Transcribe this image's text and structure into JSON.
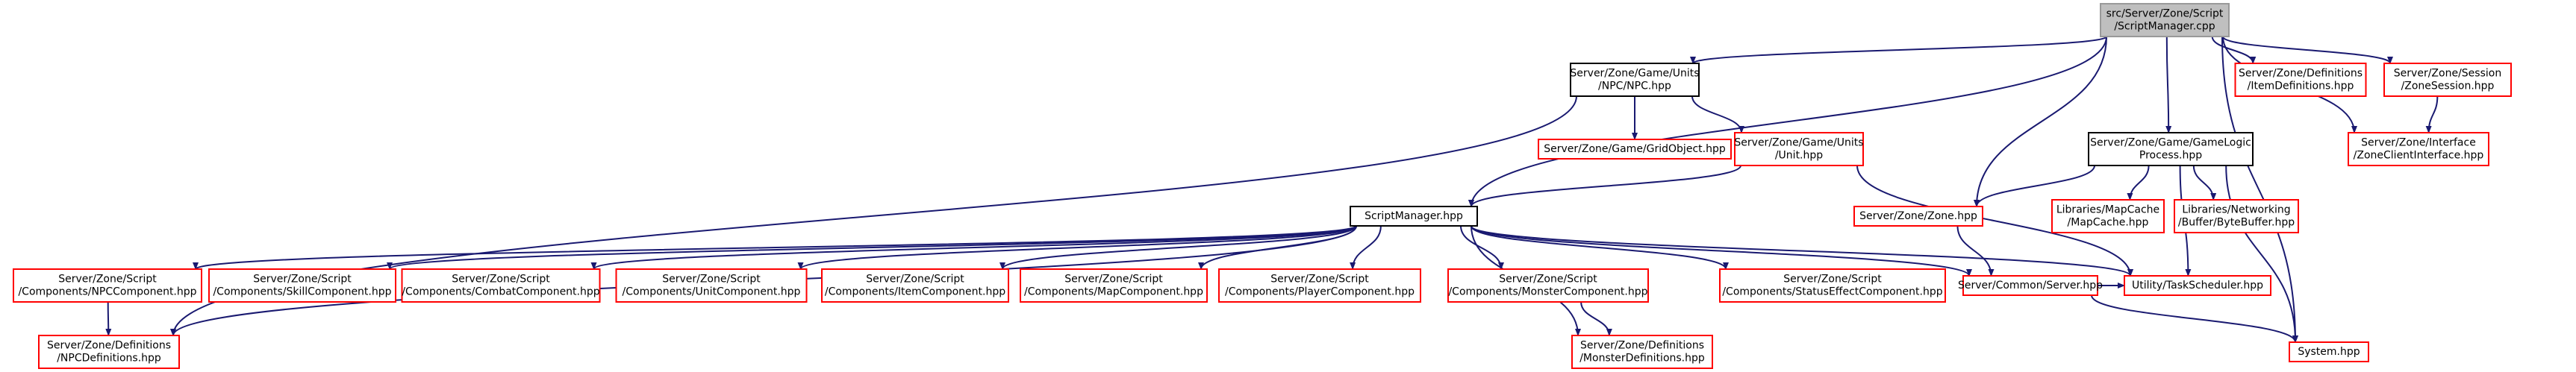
{
  "diagram": {
    "colors": {
      "background": "#ffffff",
      "edge": "#191970",
      "root_fill": "#bfbfbf",
      "root_border": "#999999",
      "documented_border": "#000000",
      "undocumented_border": "#ff0000",
      "text": "#000000"
    },
    "nodes": [
      {
        "id": "root",
        "lines": [
          "src/Server/Zone/Script",
          "/ScriptManager.cpp"
        ],
        "style": "root"
      },
      {
        "id": "npc_hpp",
        "lines": [
          "Server/Zone/Game/Units",
          "/NPC/NPC.hpp"
        ],
        "style": "documented"
      },
      {
        "id": "item_defs",
        "lines": [
          "Server/Zone/Definitions",
          "/ItemDefinitions.hpp"
        ],
        "style": "undocumented"
      },
      {
        "id": "zone_session",
        "lines": [
          "Server/Zone/Session",
          "/ZoneSession.hpp"
        ],
        "style": "undocumented"
      },
      {
        "id": "zone_client_iface",
        "lines": [
          "Server/Zone/Interface",
          "/ZoneClientInterface.hpp"
        ],
        "style": "undocumented"
      },
      {
        "id": "grid_object",
        "lines": [
          "Server/Zone/Game/GridObject.hpp"
        ],
        "style": "undocumented"
      },
      {
        "id": "unit_hpp",
        "lines": [
          "Server/Zone/Game/Units",
          "/Unit.hpp"
        ],
        "style": "undocumented"
      },
      {
        "id": "gamelogic_process",
        "lines": [
          "Server/Zone/Game/GameLogic",
          "Process.hpp"
        ],
        "style": "documented"
      },
      {
        "id": "script_manager_hpp",
        "lines": [
          "ScriptManager.hpp"
        ],
        "style": "documented"
      },
      {
        "id": "zone_hpp",
        "lines": [
          "Server/Zone/Zone.hpp"
        ],
        "style": "undocumented"
      },
      {
        "id": "mapcache",
        "lines": [
          "Libraries/MapCache",
          "/MapCache.hpp"
        ],
        "style": "undocumented"
      },
      {
        "id": "bytebuffer",
        "lines": [
          "Libraries/Networking",
          "/Buffer/ByteBuffer.hpp"
        ],
        "style": "undocumented"
      },
      {
        "id": "npc_component",
        "lines": [
          "Server/Zone/Script",
          "/Components/NPCComponent.hpp"
        ],
        "style": "undocumented"
      },
      {
        "id": "skill_component",
        "lines": [
          "Server/Zone/Script",
          "/Components/SkillComponent.hpp"
        ],
        "style": "undocumented"
      },
      {
        "id": "combat_component",
        "lines": [
          "Server/Zone/Script",
          "/Components/CombatComponent.hpp"
        ],
        "style": "undocumented"
      },
      {
        "id": "unit_component",
        "lines": [
          "Server/Zone/Script",
          "/Components/UnitComponent.hpp"
        ],
        "style": "undocumented"
      },
      {
        "id": "item_component",
        "lines": [
          "Server/Zone/Script",
          "/Components/ItemComponent.hpp"
        ],
        "style": "undocumented"
      },
      {
        "id": "map_component",
        "lines": [
          "Server/Zone/Script",
          "/Components/MapComponent.hpp"
        ],
        "style": "undocumented"
      },
      {
        "id": "player_component",
        "lines": [
          "Server/Zone/Script",
          "/Components/PlayerComponent.hpp"
        ],
        "style": "undocumented"
      },
      {
        "id": "monster_component",
        "lines": [
          "Server/Zone/Script",
          "/Components/MonsterComponent.hpp"
        ],
        "style": "undocumented"
      },
      {
        "id": "status_effect_component",
        "lines": [
          "Server/Zone/Script",
          "/Components/StatusEffectComponent.hpp"
        ],
        "style": "undocumented"
      },
      {
        "id": "common_server",
        "lines": [
          "Server/Common/Server.hpp"
        ],
        "style": "undocumented"
      },
      {
        "id": "task_scheduler",
        "lines": [
          "Utility/TaskScheduler.hpp"
        ],
        "style": "undocumented"
      },
      {
        "id": "npc_defs",
        "lines": [
          "Server/Zone/Definitions",
          "/NPCDefinitions.hpp"
        ],
        "style": "undocumented"
      },
      {
        "id": "monster_defs",
        "lines": [
          "Server/Zone/Definitions",
          "/MonsterDefinitions.hpp"
        ],
        "style": "undocumented"
      },
      {
        "id": "system_hpp",
        "lines": [
          "System.hpp"
        ],
        "style": "undocumented"
      }
    ],
    "edges": [
      {
        "from": "root",
        "to": "npc_hpp"
      },
      {
        "from": "root",
        "to": "item_defs"
      },
      {
        "from": "root",
        "to": "zone_session"
      },
      {
        "from": "root",
        "to": "zone_client_iface"
      },
      {
        "from": "root",
        "to": "script_manager_hpp"
      },
      {
        "from": "root",
        "to": "gamelogic_process"
      },
      {
        "from": "root",
        "to": "zone_hpp"
      },
      {
        "from": "root",
        "to": "system_hpp"
      },
      {
        "from": "zone_session",
        "to": "zone_client_iface"
      },
      {
        "from": "npc_hpp",
        "to": "grid_object"
      },
      {
        "from": "npc_hpp",
        "to": "unit_hpp"
      },
      {
        "from": "npc_hpp",
        "to": "npc_defs"
      },
      {
        "from": "unit_hpp",
        "to": "script_manager_hpp"
      },
      {
        "from": "unit_hpp",
        "to": "task_scheduler"
      },
      {
        "from": "gamelogic_process",
        "to": "zone_hpp"
      },
      {
        "from": "gamelogic_process",
        "to": "mapcache"
      },
      {
        "from": "gamelogic_process",
        "to": "bytebuffer"
      },
      {
        "from": "gamelogic_process",
        "to": "task_scheduler"
      },
      {
        "from": "gamelogic_process",
        "to": "system_hpp"
      },
      {
        "from": "script_manager_hpp",
        "to": "npc_component"
      },
      {
        "from": "script_manager_hpp",
        "to": "skill_component"
      },
      {
        "from": "script_manager_hpp",
        "to": "combat_component"
      },
      {
        "from": "script_manager_hpp",
        "to": "unit_component"
      },
      {
        "from": "script_manager_hpp",
        "to": "item_component"
      },
      {
        "from": "script_manager_hpp",
        "to": "map_component"
      },
      {
        "from": "script_manager_hpp",
        "to": "player_component"
      },
      {
        "from": "script_manager_hpp",
        "to": "monster_component"
      },
      {
        "from": "script_manager_hpp",
        "to": "status_effect_component"
      },
      {
        "from": "script_manager_hpp",
        "to": "common_server"
      },
      {
        "from": "script_manager_hpp",
        "to": "task_scheduler"
      },
      {
        "from": "script_manager_hpp",
        "to": "npc_defs"
      },
      {
        "from": "script_manager_hpp",
        "to": "monster_defs"
      },
      {
        "from": "zone_hpp",
        "to": "common_server"
      },
      {
        "from": "common_server",
        "to": "task_scheduler"
      },
      {
        "from": "common_server",
        "to": "system_hpp"
      },
      {
        "from": "npc_component",
        "to": "npc_defs"
      },
      {
        "from": "monster_component",
        "to": "monster_defs"
      }
    ]
  }
}
